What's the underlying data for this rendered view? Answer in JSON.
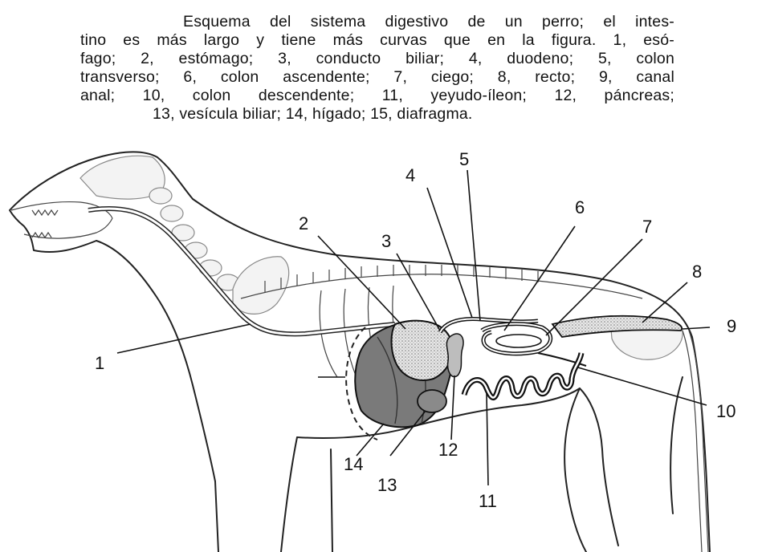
{
  "caption": {
    "lines": [
      "Esquema del sistema digestivo de un perro; el intes-",
      "tino es más largo y tiene más curvas que en la figura. 1, esó-",
      "fago; 2, estómago; 3, conducto biliar; 4, duodeno; 5, colon",
      "transverso; 6, colon ascendente; 7, ciego; 8, recto; 9, canal",
      "anal; 10, colon descendente; 11, yeyudo-íleon; 12, páncreas;",
      "13, vesícula biliar; 14, hígado; 15, diafragma."
    ]
  },
  "labels": {
    "l1": "1",
    "l2": "2",
    "l3": "3",
    "l4": "4",
    "l5": "5",
    "l6": "6",
    "l7": "7",
    "l8": "8",
    "l9": "9",
    "l10": "10",
    "l11": "11",
    "l12": "12",
    "l13": "13",
    "l14": "14"
  },
  "colors": {
    "ink": "#111111",
    "organ_gray": "#7a7a7a",
    "stipple": "#bdbdbd",
    "skeleton": "#cfcfcf"
  }
}
